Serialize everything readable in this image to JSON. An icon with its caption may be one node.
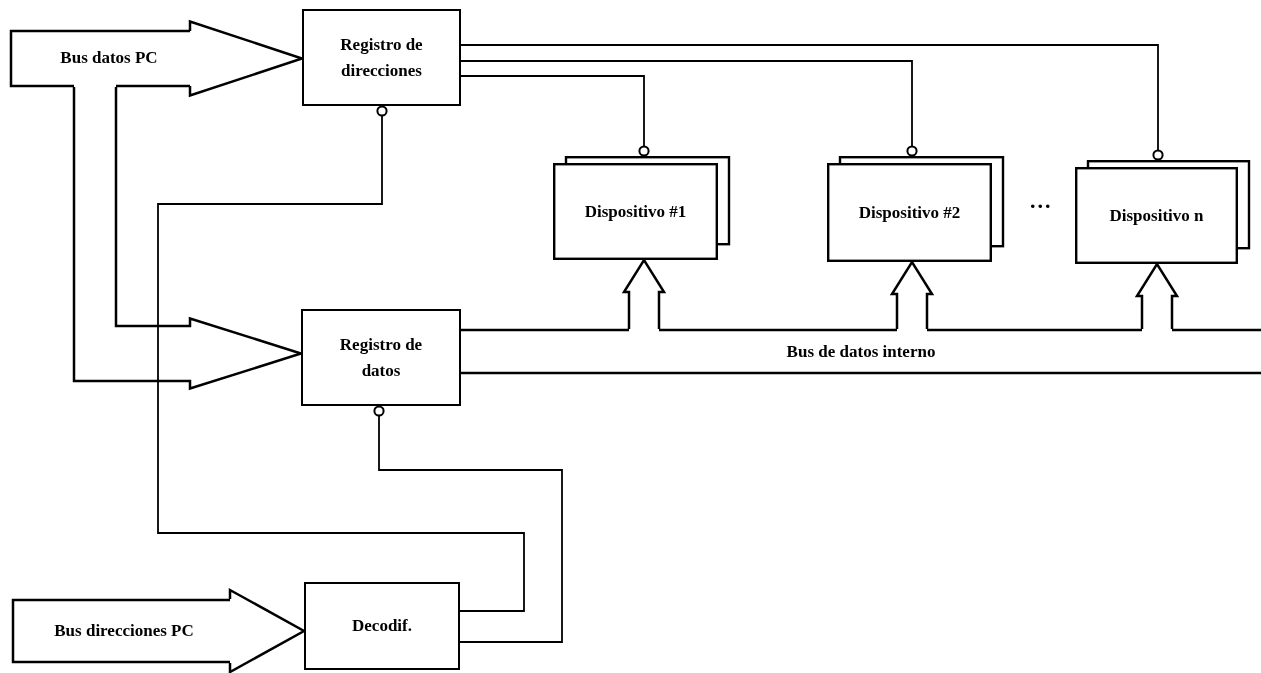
{
  "diagram": {
    "nodes": [
      {
        "text": [
          "Bus datos PC"
        ]
      },
      {
        "text": [
          "Registro de direcciones"
        ]
      },
      {
        "text": [
          "Dispositivo #1"
        ]
      },
      {
        "text": [
          "Dispositivo #2"
        ]
      },
      {
        "text": [
          "Dispositivo n"
        ]
      },
      {
        "text": [
          "Registro de datos"
        ]
      },
      {
        "text": [
          "Bus de datos interno"
        ]
      },
      {
        "text": [
          "Bus direcciones PC"
        ]
      },
      {
        "text": [
          "Decodif."
        ]
      }
    ],
    "edges": [
      {
        "from": 0,
        "to": 1,
        "arrow": "to"
      },
      {
        "from": 0,
        "to": 5,
        "arrow": "to"
      },
      {
        "from": 1,
        "to": 2,
        "arrow": "other"
      },
      {
        "from": 1,
        "to": 3,
        "arrow": "other"
      },
      {
        "from": 1,
        "to": 4,
        "arrow": "other"
      },
      {
        "from": 8,
        "to": 1,
        "arrow": "other"
      },
      {
        "from": 8,
        "to": 5,
        "arrow": "other"
      },
      {
        "from": 6,
        "to": 2,
        "arrow": "to"
      },
      {
        "from": 6,
        "to": 3,
        "arrow": "to"
      },
      {
        "from": 6,
        "to": 4,
        "arrow": "to"
      },
      {
        "from": 7,
        "to": 8,
        "arrow": "to"
      }
    ],
    "labels": [
      "..."
    ]
  }
}
